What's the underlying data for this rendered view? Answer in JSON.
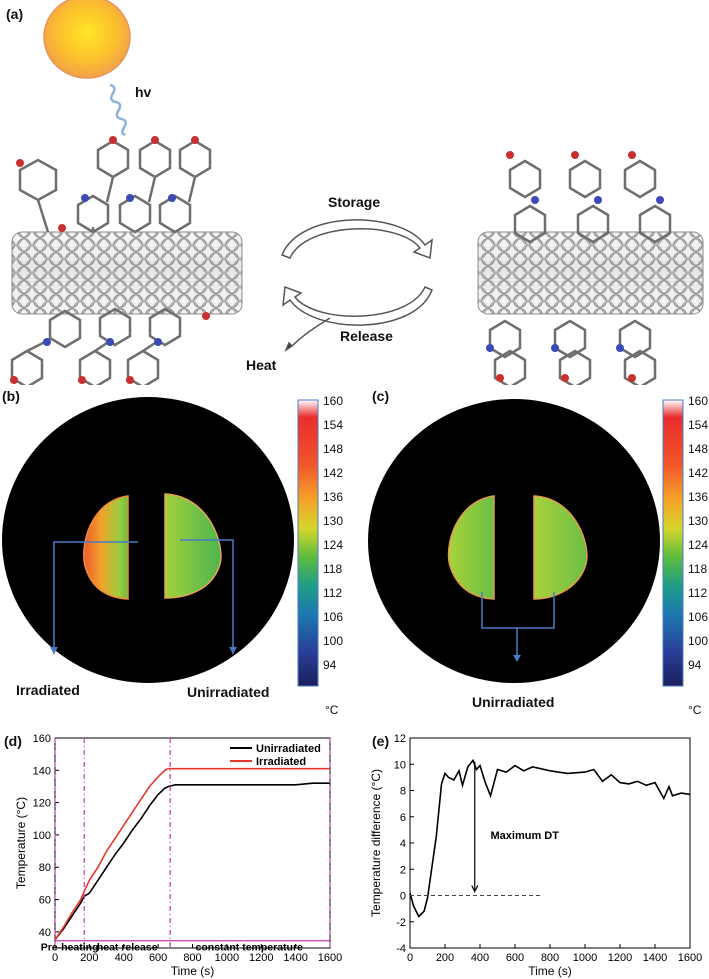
{
  "panels": {
    "a": {
      "label": "(a)",
      "photon": "hv",
      "storage": "Storage",
      "release": "Release",
      "heat": "Heat"
    },
    "b": {
      "label": "(b)",
      "left_caption": "Irradiated",
      "right_caption": "Unirradiated",
      "colorbar_ticks": [
        "160",
        "154",
        "148",
        "142",
        "136",
        "130",
        "124",
        "118",
        "112",
        "106",
        "100",
        "94"
      ],
      "unit": "°C"
    },
    "c": {
      "label": "(c)",
      "caption": "Unirradiated",
      "colorbar_ticks": [
        "160",
        "154",
        "148",
        "142",
        "136",
        "130",
        "124",
        "118",
        "112",
        "106",
        "100",
        "94"
      ],
      "unit": "°C"
    },
    "d": {
      "label": "(d)"
    },
    "e": {
      "label": "(e)"
    }
  },
  "chart_data": [
    {
      "type": "line",
      "panel": "d",
      "title": "",
      "xlabel": "Time (s)",
      "ylabel": "Temperature (°C)",
      "xlim": [
        0,
        1600
      ],
      "ylim": [
        30,
        160
      ],
      "xticks": [
        "0",
        "200",
        "400",
        "600",
        "800",
        "1000",
        "1200",
        "1400",
        "1600"
      ],
      "yticks": [
        "40",
        "60",
        "80",
        "100",
        "120",
        "140",
        "160"
      ],
      "legend_position": "top-right",
      "series": [
        {
          "name": "Unirradiated",
          "color": "#000000",
          "x": [
            0,
            50,
            100,
            150,
            170,
            200,
            250,
            300,
            350,
            400,
            450,
            500,
            550,
            600,
            640,
            660,
            700,
            800,
            900,
            1000,
            1100,
            1200,
            1300,
            1400,
            1500,
            1600
          ],
          "y": [
            35,
            42,
            50,
            58,
            62,
            64,
            72,
            80,
            88,
            95,
            103,
            110,
            118,
            125,
            129,
            130,
            131,
            131,
            131,
            131,
            131,
            131,
            131,
            131,
            132,
            132
          ]
        },
        {
          "name": "Irradiated",
          "color": "#e8362e",
          "x": [
            0,
            50,
            100,
            150,
            170,
            200,
            250,
            300,
            350,
            400,
            450,
            500,
            550,
            600,
            640,
            660,
            700,
            800,
            900,
            1000,
            1100,
            1200,
            1300,
            1400,
            1500,
            1600
          ],
          "y": [
            35,
            43,
            52,
            60,
            65,
            72,
            80,
            90,
            98,
            106,
            114,
            122,
            130,
            136,
            140,
            141,
            141,
            141,
            141,
            141,
            141,
            141,
            141,
            141,
            141,
            141
          ]
        }
      ],
      "phases": [
        "Pre-heating",
        "heat release",
        "constant temperature"
      ],
      "vertical_markers_x": [
        0,
        170,
        670,
        1600
      ]
    },
    {
      "type": "line",
      "panel": "e",
      "title": "",
      "xlabel": "Time (s)",
      "ylabel": "Temperature difference (°C)",
      "xlim": [
        0,
        1600
      ],
      "ylim": [
        -4,
        12
      ],
      "xticks": [
        "0",
        "200",
        "400",
        "600",
        "800",
        "1000",
        "1200",
        "1400",
        "1600"
      ],
      "yticks": [
        "-4",
        "-2",
        "0",
        "2",
        "4",
        "6",
        "8",
        "10",
        "12"
      ],
      "annotation": "Maximum DT",
      "series": [
        {
          "color": "#000000",
          "x": [
            0,
            20,
            50,
            80,
            100,
            150,
            180,
            200,
            220,
            250,
            280,
            300,
            330,
            360,
            380,
            400,
            430,
            460,
            500,
            550,
            600,
            650,
            700,
            800,
            900,
            1000,
            1050,
            1100,
            1150,
            1200,
            1250,
            1300,
            1350,
            1400,
            1450,
            1480,
            1500,
            1550,
            1600
          ],
          "y": [
            0.2,
            -0.8,
            -1.6,
            -1.2,
            -0.2,
            4.5,
            8.5,
            9.3,
            9.0,
            8.8,
            9.5,
            8.4,
            9.8,
            10.3,
            9.6,
            9.9,
            8.6,
            7.6,
            9.6,
            9.4,
            9.9,
            9.5,
            9.8,
            9.5,
            9.3,
            9.4,
            9.6,
            8.7,
            9.2,
            8.6,
            8.5,
            8.7,
            8.4,
            8.6,
            7.4,
            8.3,
            7.6,
            7.8,
            7.7
          ]
        }
      ]
    }
  ]
}
